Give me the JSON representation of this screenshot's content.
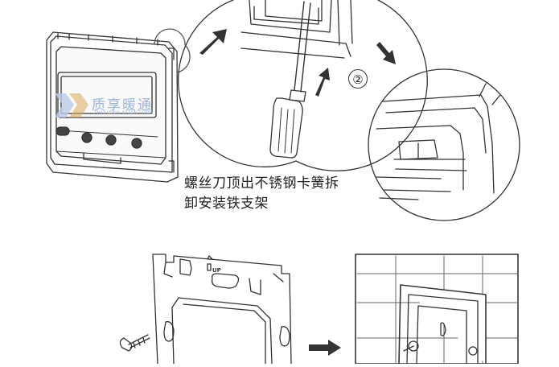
{
  "caption": {
    "line1": "螺丝刀顶出不锈钢卡簧拆",
    "line2": "卸安装铁支架"
  },
  "step_marker": "②",
  "watermark": {
    "brand": "质享暖通",
    "brand_en": "ZHIXIANG NUANTONG"
  },
  "bracket": {
    "up_label": "UP"
  },
  "colors": {
    "line": "#333333",
    "arrow": "#333333",
    "watermark": "#9db3d8"
  },
  "icons": [
    "screwdriver-icon",
    "arrow-icon",
    "screw-icon"
  ]
}
